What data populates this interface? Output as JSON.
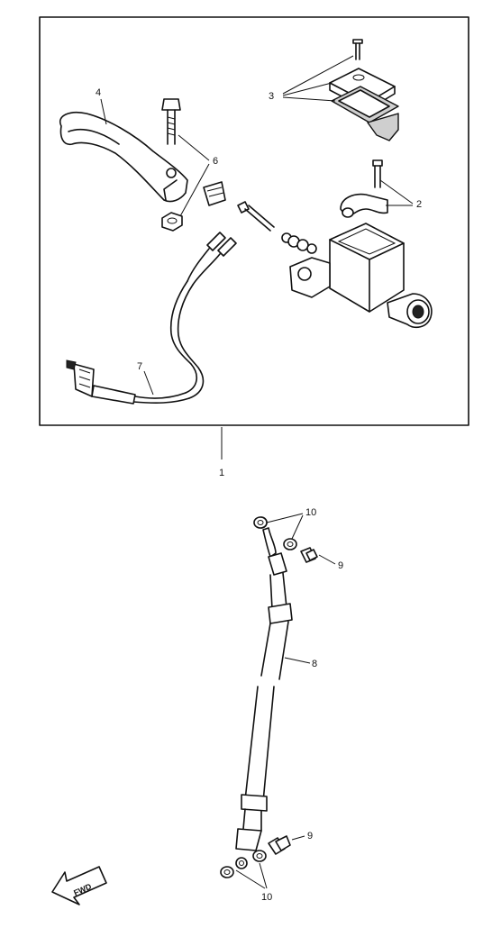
{
  "callouts": {
    "c1": "1",
    "c2": "2",
    "c3": "3",
    "c4": "4",
    "c6": "6",
    "c7": "7",
    "c8": "8",
    "c9a": "9",
    "c9b": "9",
    "c10a": "10",
    "c10b": "10"
  },
  "direction_badge": "FWD"
}
